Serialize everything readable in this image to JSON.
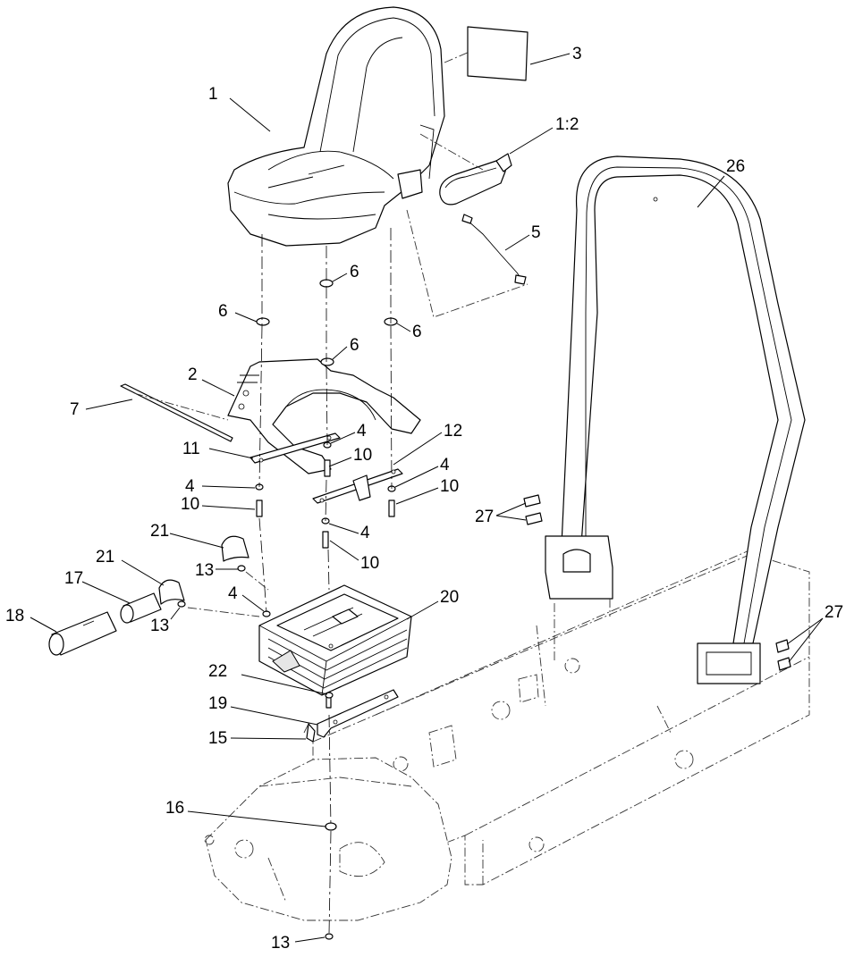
{
  "diagram": {
    "callouts": [
      {
        "id": "c1",
        "text": "1"
      },
      {
        "id": "c3",
        "text": "3"
      },
      {
        "id": "c1_2",
        "text": "1:2"
      },
      {
        "id": "c26",
        "text": "26"
      },
      {
        "id": "c5",
        "text": "5"
      },
      {
        "id": "c6a",
        "text": "6"
      },
      {
        "id": "c6b",
        "text": "6"
      },
      {
        "id": "c6c",
        "text": "6"
      },
      {
        "id": "c6d",
        "text": "6"
      },
      {
        "id": "c2",
        "text": "2"
      },
      {
        "id": "c7",
        "text": "7"
      },
      {
        "id": "c4a",
        "text": "4"
      },
      {
        "id": "c12",
        "text": "12"
      },
      {
        "id": "c11",
        "text": "11"
      },
      {
        "id": "c10a",
        "text": "10"
      },
      {
        "id": "c4b",
        "text": "4"
      },
      {
        "id": "c4c",
        "text": "4"
      },
      {
        "id": "c10b",
        "text": "10"
      },
      {
        "id": "c10c",
        "text": "10"
      },
      {
        "id": "c27a",
        "text": "27"
      },
      {
        "id": "c4d",
        "text": "4"
      },
      {
        "id": "c21a",
        "text": "21"
      },
      {
        "id": "c10d",
        "text": "10"
      },
      {
        "id": "c21b",
        "text": "21"
      },
      {
        "id": "c13a",
        "text": "13"
      },
      {
        "id": "c17",
        "text": "17"
      },
      {
        "id": "c4e",
        "text": "4"
      },
      {
        "id": "c20",
        "text": "20"
      },
      {
        "id": "c18",
        "text": "18"
      },
      {
        "id": "c13b",
        "text": "13"
      },
      {
        "id": "c27b",
        "text": "27"
      },
      {
        "id": "c22",
        "text": "22"
      },
      {
        "id": "c19",
        "text": "19"
      },
      {
        "id": "c15",
        "text": "15"
      },
      {
        "id": "c16",
        "text": "16"
      },
      {
        "id": "c13c",
        "text": "13"
      }
    ]
  }
}
